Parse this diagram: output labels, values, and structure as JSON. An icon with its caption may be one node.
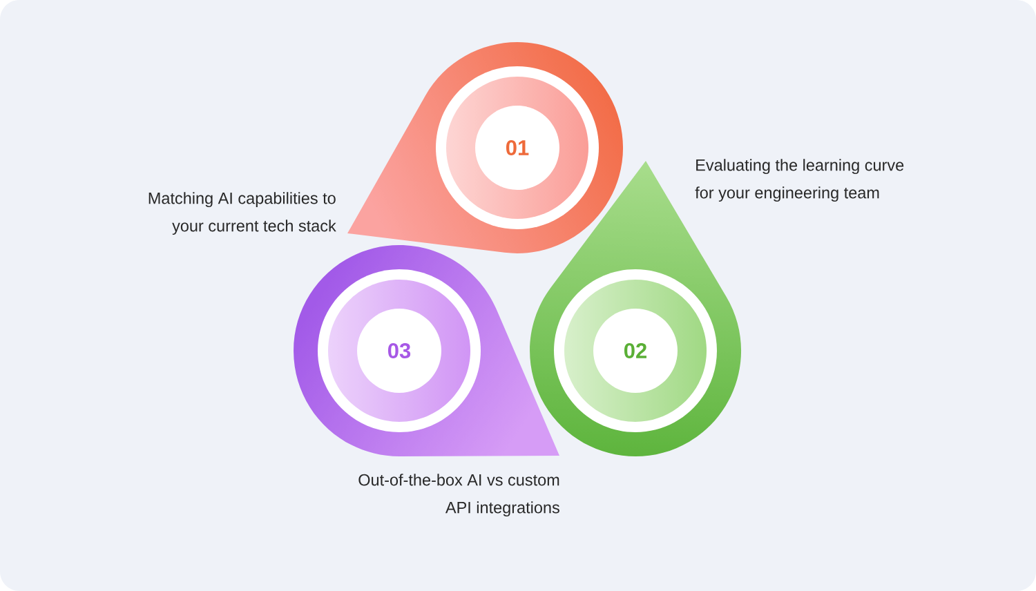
{
  "diagram": {
    "nodes": [
      {
        "text": [
          "01"
        ]
      },
      {
        "text": [
          "02"
        ]
      },
      {
        "text": [
          "03"
        ]
      }
    ],
    "labels": [
      "Evaluating the learning curve for your engineering team",
      "Matching AI capabilities to your current tech stack",
      "Out-of-the-box AI vs custom API integrations"
    ]
  }
}
